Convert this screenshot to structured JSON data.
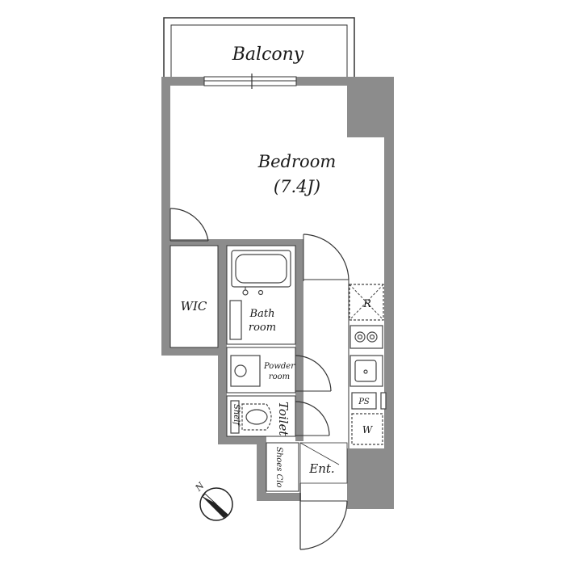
{
  "rooms": {
    "balcony": "Balcony",
    "bedroom": "Bedroom",
    "bedroom_size": "(7.4J)",
    "wic": "WIC",
    "bathroom_line1": "Bath",
    "bathroom_line2": "room",
    "powder_line1": "Powder",
    "powder_line2": "room",
    "toilet": "Toilet",
    "shelf": "Shelf",
    "shoes_closet": "Shoes Clo",
    "entrance": "Ent."
  },
  "fixtures": {
    "refrigerator": "R",
    "pipe_space": "PS",
    "washer": "W"
  },
  "compass": {
    "north": "N"
  },
  "colors": {
    "wall": "#8c8c8c",
    "line": "#333333",
    "background": "#ffffff"
  }
}
